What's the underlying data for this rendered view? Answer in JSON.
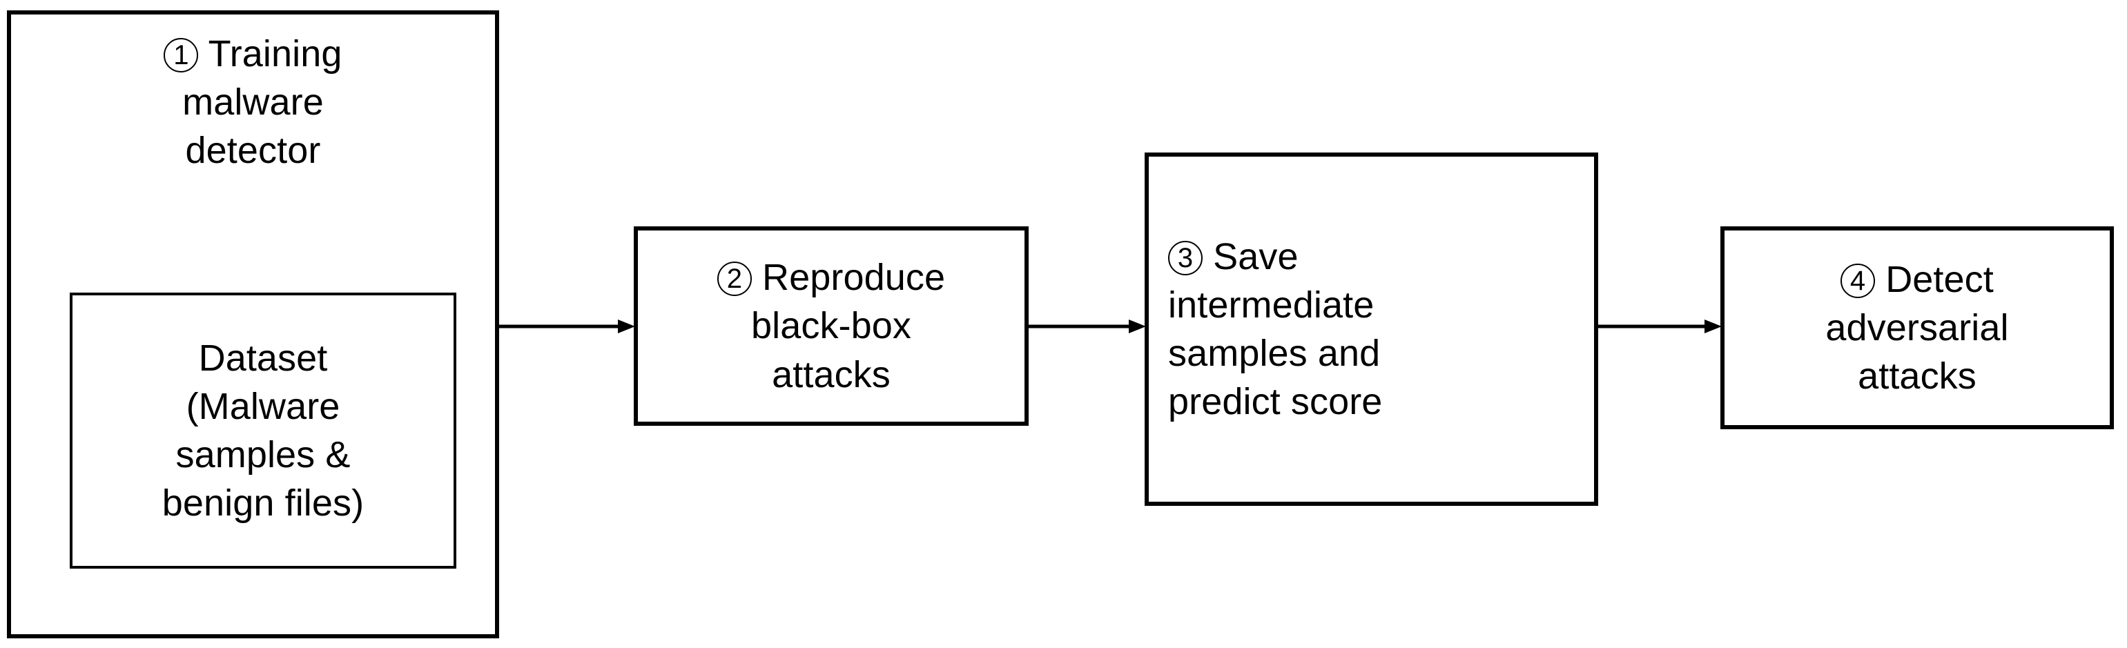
{
  "diagram": {
    "title": "Adversarial malware attack detection pipeline",
    "type": "flowchart",
    "orientation": "left-to-right",
    "background_color": "#ffffff",
    "stroke_color": "#000000"
  },
  "nodes": [
    {
      "id": "node-1",
      "step_marker": "①",
      "step_number": "1",
      "first_line": "Training",
      "rest_lines": "malware\ndetector",
      "full_text": "① Training malware detector"
    },
    {
      "id": "node-dataset",
      "step_marker": "",
      "step_number": "",
      "first_line": "Dataset",
      "rest_lines": "(Malware\nsamples &\nbenign files)",
      "full_text": "Dataset (Malware samples & benign files)"
    },
    {
      "id": "node-2",
      "step_marker": "②",
      "step_number": "2",
      "first_line": "Reproduce",
      "rest_lines": "black-box\nattacks",
      "full_text": "② Reproduce black-box attacks"
    },
    {
      "id": "node-3",
      "step_marker": "③",
      "step_number": "3",
      "first_line": "Save",
      "rest_lines": "intermediate\nsamples and\npredict score",
      "full_text": "③ Save intermediate samples and predict score"
    },
    {
      "id": "node-4",
      "step_marker": "④",
      "step_number": "4",
      "first_line": "Detect",
      "rest_lines": "adversarial\nattacks",
      "full_text": "④ Detect adversarial attacks"
    }
  ],
  "edges": [
    {
      "id": "arrow-1-2",
      "from": "node-1",
      "to": "node-2",
      "label": "",
      "style": "solid-arrow"
    },
    {
      "id": "arrow-2-3",
      "from": "node-2",
      "to": "node-3",
      "label": "",
      "style": "solid-arrow"
    },
    {
      "id": "arrow-3-4",
      "from": "node-3",
      "to": "node-4",
      "label": "",
      "style": "solid-arrow"
    }
  ]
}
